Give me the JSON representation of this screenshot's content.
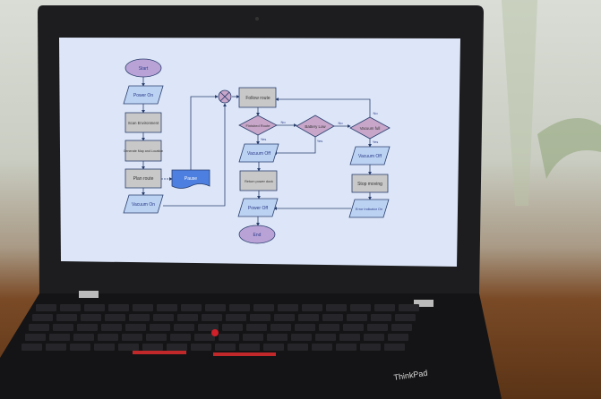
{
  "flowchart": {
    "start": "Start",
    "power_on": "Power On",
    "scan_environment": "Scan Environment",
    "generate_map": "Generate Map and Location",
    "plan_route": "Plan route",
    "pause": "Pause",
    "vacuum_on": "Vacuum On",
    "follow_route": "Follow route",
    "finished_route": "Finished Route",
    "battery_low": "Battery Low",
    "vacuum_full": "Vacuum full",
    "vacuum_off_left": "Vacuum Off",
    "vacuum_off_right": "Vacuum Off",
    "return_dock": "Return power dock",
    "stop_moving": "Stop moving",
    "power_off": "Power Off",
    "error_indicator": "Error Indicator On",
    "end": "End",
    "labels": {
      "yes": "Yes",
      "no": "No"
    }
  },
  "laptop": {
    "brand": "ThinkPad"
  },
  "colors": {
    "screen": "#dde6f8",
    "terminal": "#b9a3d6",
    "io": "#bcd2f2",
    "process": "#c8c8c8",
    "decision": "#c7a6c9",
    "doc": "#4d7fe0"
  }
}
